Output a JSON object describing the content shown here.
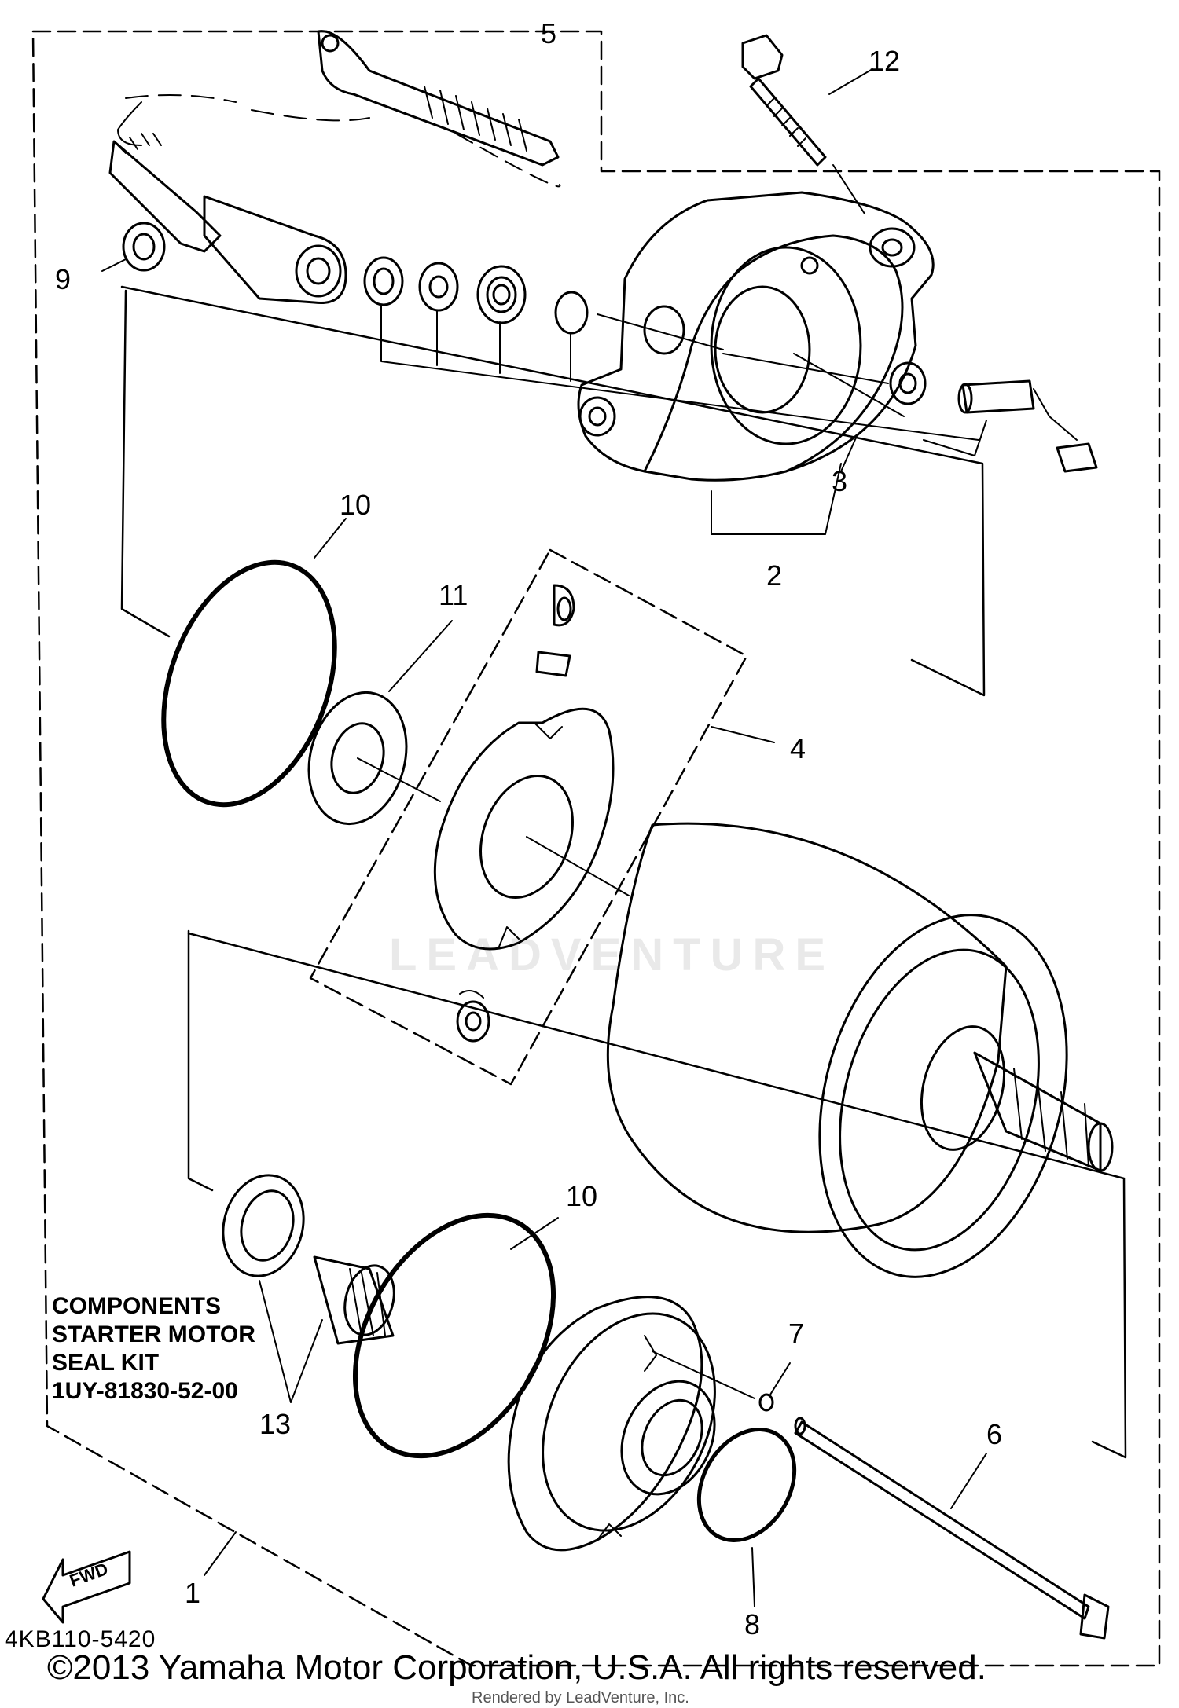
{
  "diagram": {
    "callouts": {
      "c1": "1",
      "c2": "2",
      "c3": "3",
      "c4": "4",
      "c5": "5",
      "c6": "6",
      "c7": "7",
      "c8": "8",
      "c9": "9",
      "c10a": "10",
      "c10b": "10",
      "c11": "11",
      "c12": "12",
      "c13": "13"
    },
    "kit_label": {
      "line1": "COMPONENTS",
      "line2": "STARTER MOTOR",
      "line3": "SEAL KIT",
      "line4": "1UY-81830-52-00"
    },
    "fwd_arrow_label": "FWD",
    "diagram_code": "4KB110-5420",
    "watermark": "LEADVENTURE"
  },
  "footer": {
    "copyright": "©2013 Yamaha Motor Corporation, U.S.A. All rights reserved.",
    "rendered_by": "Rendered by LeadVenture, Inc."
  }
}
